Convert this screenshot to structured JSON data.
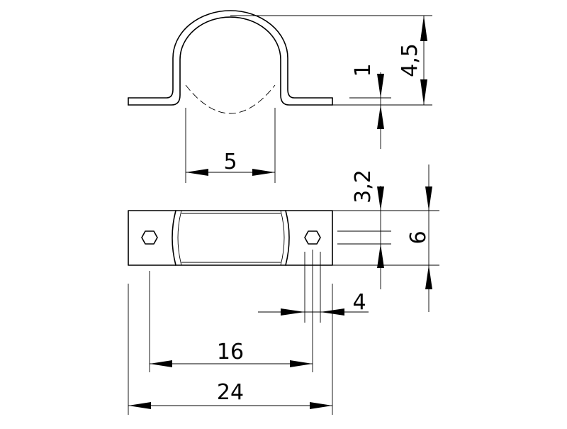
{
  "drawing": {
    "colors": {
      "line": "#000000",
      "background": "#ffffff"
    },
    "dimensions": {
      "overall_height": "4,5",
      "strip_thickness": "1",
      "pipe_diameter": "5",
      "hole_offset": "3,2",
      "strap_width": "6",
      "hole_width": "4",
      "hole_spacing": "16",
      "overall_length": "24"
    }
  }
}
